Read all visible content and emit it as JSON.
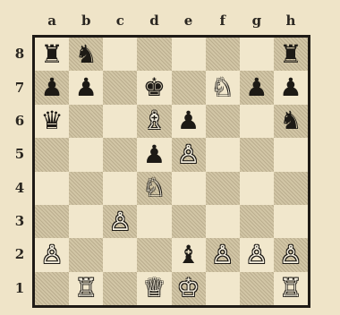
{
  "files": [
    "a",
    "b",
    "c",
    "d",
    "e",
    "f",
    "g",
    "h"
  ],
  "ranks": [
    "8",
    "7",
    "6",
    "5",
    "4",
    "3",
    "2",
    "1"
  ],
  "position": [
    {
      "square": "a8",
      "glyph": "♜",
      "color": "b",
      "name": "black-rook-icon"
    },
    {
      "square": "b8",
      "glyph": "♞",
      "color": "b",
      "name": "black-knight-icon"
    },
    {
      "square": "h8",
      "glyph": "♜",
      "color": "b",
      "name": "black-rook-icon"
    },
    {
      "square": "a7",
      "glyph": "♟",
      "color": "b",
      "name": "black-pawn-icon"
    },
    {
      "square": "b7",
      "glyph": "♟",
      "color": "b",
      "name": "black-pawn-icon"
    },
    {
      "square": "d7",
      "glyph": "♚",
      "color": "b",
      "name": "black-king-icon"
    },
    {
      "square": "f7",
      "glyph": "♘",
      "color": "w",
      "name": "white-knight-icon"
    },
    {
      "square": "g7",
      "glyph": "♟",
      "color": "b",
      "name": "black-pawn-icon"
    },
    {
      "square": "h7",
      "glyph": "♟",
      "color": "b",
      "name": "black-pawn-icon"
    },
    {
      "square": "a6",
      "glyph": "♛",
      "color": "b",
      "name": "black-queen-icon"
    },
    {
      "square": "d6",
      "glyph": "♗",
      "color": "w",
      "name": "white-bishop-icon"
    },
    {
      "square": "e6",
      "glyph": "♟",
      "color": "b",
      "name": "black-pawn-icon"
    },
    {
      "square": "h6",
      "glyph": "♞",
      "color": "b",
      "name": "black-knight-icon"
    },
    {
      "square": "d5",
      "glyph": "♟",
      "color": "b",
      "name": "black-pawn-icon"
    },
    {
      "square": "e5",
      "glyph": "♙",
      "color": "w",
      "name": "white-pawn-icon"
    },
    {
      "square": "d4",
      "glyph": "♘",
      "color": "w",
      "name": "white-knight-icon"
    },
    {
      "square": "c3",
      "glyph": "♙",
      "color": "w",
      "name": "white-pawn-icon"
    },
    {
      "square": "a2",
      "glyph": "♙",
      "color": "w",
      "name": "white-pawn-icon"
    },
    {
      "square": "e2",
      "glyph": "♝",
      "color": "b",
      "name": "black-bishop-icon"
    },
    {
      "square": "f2",
      "glyph": "♙",
      "color": "w",
      "name": "white-pawn-icon"
    },
    {
      "square": "g2",
      "glyph": "♙",
      "color": "w",
      "name": "white-pawn-icon"
    },
    {
      "square": "h2",
      "glyph": "♙",
      "color": "w",
      "name": "white-pawn-icon"
    },
    {
      "square": "b1",
      "glyph": "♖",
      "color": "w",
      "name": "white-rook-icon"
    },
    {
      "square": "d1",
      "glyph": "♕",
      "color": "w",
      "name": "white-queen-icon"
    },
    {
      "square": "e1",
      "glyph": "♔",
      "color": "w",
      "name": "white-king-icon"
    },
    {
      "square": "h1",
      "glyph": "♖",
      "color": "w",
      "name": "white-rook-icon"
    }
  ]
}
